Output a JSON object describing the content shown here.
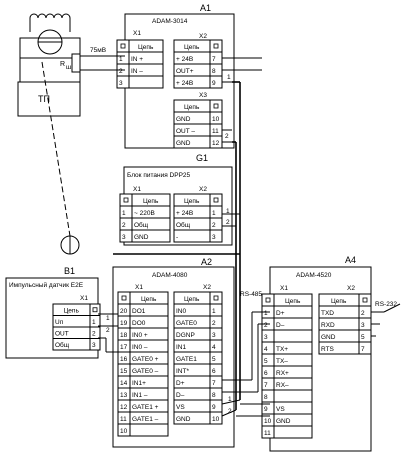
{
  "tp": {
    "label": "ТП",
    "resistor": "R",
    "resistor_sub": "ш",
    "voltage": "75мВ"
  },
  "b1": {
    "label": "В1"
  },
  "sensor": {
    "title": "Импульсный датчик E2E",
    "block_name": "X1",
    "header": "Цепь",
    "rows": [
      {
        "name": "Uп",
        "num": "1"
      },
      {
        "name": "OUT",
        "num": "2"
      },
      {
        "name": "Общ",
        "num": "3"
      }
    ]
  },
  "a1": {
    "ref": "А1",
    "title": "ADAM-3014",
    "x1": {
      "name": "X1",
      "header": "Цепь",
      "rows": [
        {
          "num": "1",
          "name": "IN +"
        },
        {
          "num": "2",
          "name": "IN –"
        },
        {
          "num": "3",
          "name": ""
        }
      ]
    },
    "x2": {
      "name": "X2",
      "header": "Цепь",
      "rows": [
        {
          "name": "+ 24В",
          "num": "7"
        },
        {
          "name": "OUT+",
          "num": "8"
        },
        {
          "name": "+ 24В",
          "num": "9"
        }
      ]
    },
    "x3": {
      "name": "X3",
      "header": "Цепь",
      "rows": [
        {
          "name": "GND",
          "num": "10"
        },
        {
          "name": "OUT –",
          "num": "11"
        },
        {
          "name": "GND",
          "num": "12"
        }
      ]
    }
  },
  "g1": {
    "ref": "G1",
    "title": "Блок питания DPP25",
    "x1": {
      "name": "X1",
      "header": "Цепь",
      "rows": [
        {
          "num": "1",
          "name": "~ 220В"
        },
        {
          "num": "2",
          "name": "Общ"
        },
        {
          "num": "3",
          "name": "GND"
        }
      ]
    },
    "x2": {
      "name": "X2",
      "header": "Цепь",
      "rows": [
        {
          "name": "+ 24В",
          "num": "1"
        },
        {
          "name": "Общ",
          "num": "2"
        },
        {
          "name": "-",
          "num": "3"
        }
      ]
    }
  },
  "a2": {
    "ref": "А2",
    "title": "ADAM-4080",
    "x1": {
      "name": "X1",
      "header": "Цепь",
      "rows": [
        {
          "num": "20",
          "name": "DO1"
        },
        {
          "num": "19",
          "name": "DO0"
        },
        {
          "num": "18",
          "name": "IN0 +"
        },
        {
          "num": "17",
          "name": "IN0 –"
        },
        {
          "num": "16",
          "name": "GATE0 +"
        },
        {
          "num": "15",
          "name": "GATE0 –"
        },
        {
          "num": "14",
          "name": "IN1+"
        },
        {
          "num": "13",
          "name": "IN1 –"
        },
        {
          "num": "12",
          "name": "GATE1 +"
        },
        {
          "num": "11",
          "name": "GATE1 –"
        },
        {
          "num": "10",
          "name": ""
        }
      ]
    },
    "x2": {
      "name": "X2",
      "header": "Цепь",
      "rows": [
        {
          "name": "IN0",
          "num": "1"
        },
        {
          "name": "GATE0",
          "num": "2"
        },
        {
          "name": "DGNP",
          "num": "3"
        },
        {
          "name": "IN1",
          "num": "4"
        },
        {
          "name": "GATE1",
          "num": "5"
        },
        {
          "name": "INT*",
          "num": "6"
        },
        {
          "name": "D+",
          "num": "7"
        },
        {
          "name": "D–",
          "num": "8"
        },
        {
          "name": "VS",
          "num": "9"
        },
        {
          "name": "GND",
          "num": "10"
        }
      ]
    }
  },
  "a4": {
    "ref": "А4",
    "title": "ADAM-4520",
    "x1": {
      "name": "X1",
      "header": "Цепь",
      "rows": [
        {
          "num": "1",
          "name": "D+"
        },
        {
          "num": "2",
          "name": "D–"
        },
        {
          "num": "3",
          "name": ""
        },
        {
          "num": "4",
          "name": "TX+"
        },
        {
          "num": "5",
          "name": "TX–"
        },
        {
          "num": "6",
          "name": "RX+"
        },
        {
          "num": "7",
          "name": "RX–"
        },
        {
          "num": "8",
          "name": ""
        },
        {
          "num": "9",
          "name": "VS"
        },
        {
          "num": "10",
          "name": "GND"
        },
        {
          "num": "11",
          "name": ""
        }
      ]
    },
    "x2": {
      "name": "X2",
      "header": "Цепь",
      "rows": [
        {
          "name": "TXD",
          "num": "2"
        },
        {
          "name": "RXD",
          "num": "3"
        },
        {
          "name": "GND",
          "num": "5"
        },
        {
          "name": "RTS",
          "num": "7"
        }
      ]
    }
  },
  "wires": {
    "rs485": "RS-485",
    "rs232": "RS-232",
    "n1": "1",
    "n2": "2"
  }
}
